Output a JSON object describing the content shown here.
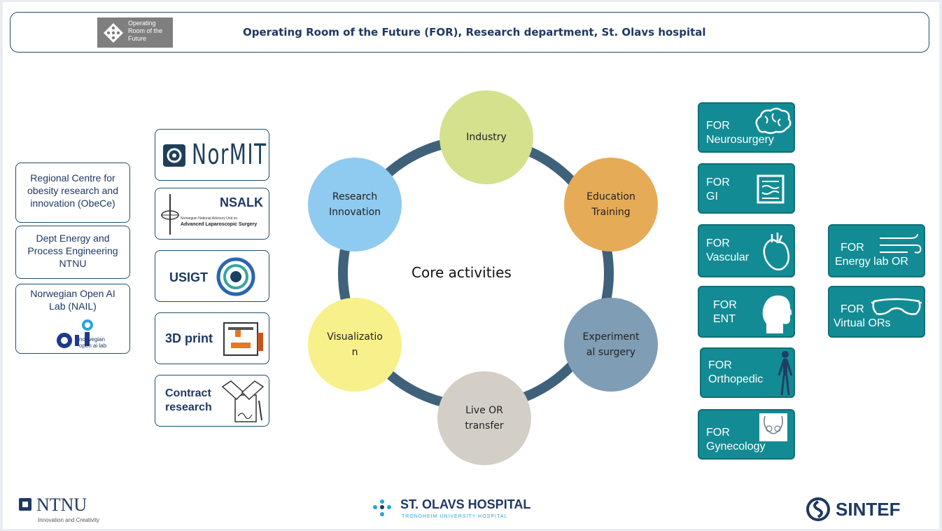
{
  "header": {
    "logo_text": "Operating Room of the Future",
    "title": "Operating Room of the Future (FOR), Research department, St. Olavs hospital"
  },
  "left_boxes": [
    "Regional Centre for obesity research and innovation (ObeCe)",
    "Dept Energy and Process Engineering NTNU",
    "Norwegian Open AI Lab (NAIL)"
  ],
  "nail_logo": {
    "mark": "OII",
    "text": "norwegian open ai lab"
  },
  "partners": {
    "normit": "NorMIT",
    "nsalk": {
      "title": "NSALK",
      "sub": "Norwegian National Advisory Unit on",
      "sub2": "Advanced Laparoscopic Surgery"
    },
    "usigt": "USIGT",
    "print3d": "3D print",
    "contract": "Contract research"
  },
  "core": {
    "label": "Core activities",
    "nodes": [
      {
        "label": "Industry",
        "color": "#d5e18d"
      },
      {
        "label": "Education Training",
        "color": "#e6ab57"
      },
      {
        "label": "Experiment al surgery",
        "color": "#7f9db5"
      },
      {
        "label": "Live OR transfer",
        "color": "#d3cfc7"
      },
      {
        "label": "Visualizatio n",
        "color": "#f8f08a"
      },
      {
        "label": "Research Innovation",
        "color": "#8fcaf0"
      }
    ],
    "ring_color": "#3f627a"
  },
  "for_boxes": [
    {
      "line1": "FOR",
      "line2": "Neurosurgery",
      "icon": "brain-icon"
    },
    {
      "line1": "FOR",
      "line2": "GI",
      "icon": "intestine-icon"
    },
    {
      "line1": "FOR",
      "line2": "Vascular",
      "icon": "heart-icon"
    },
    {
      "line1": "FOR",
      "line2": "ENT",
      "icon": "head-icon"
    },
    {
      "line1": "FOR",
      "line2": "Orthopedic",
      "icon": "skeleton-icon"
    },
    {
      "line1": "FOR",
      "line2": "Gynecology",
      "icon": "pelvis-icon"
    },
    {
      "line1": "FOR",
      "line2": "Energy lab OR",
      "icon": "wind-icon"
    },
    {
      "line1": "FOR",
      "line2": "Virtual ORs",
      "icon": "vr-goggles-icon"
    }
  ],
  "footer": {
    "ntnu": "NTNU",
    "ntnu_sub": "Innovation and Creativity",
    "stolavs": "ST. OLAVS HOSPITAL",
    "stolavs_sub": "TRONDHEIM UNIVERSITY HOSPITAL",
    "sintef": "SINTEF"
  }
}
